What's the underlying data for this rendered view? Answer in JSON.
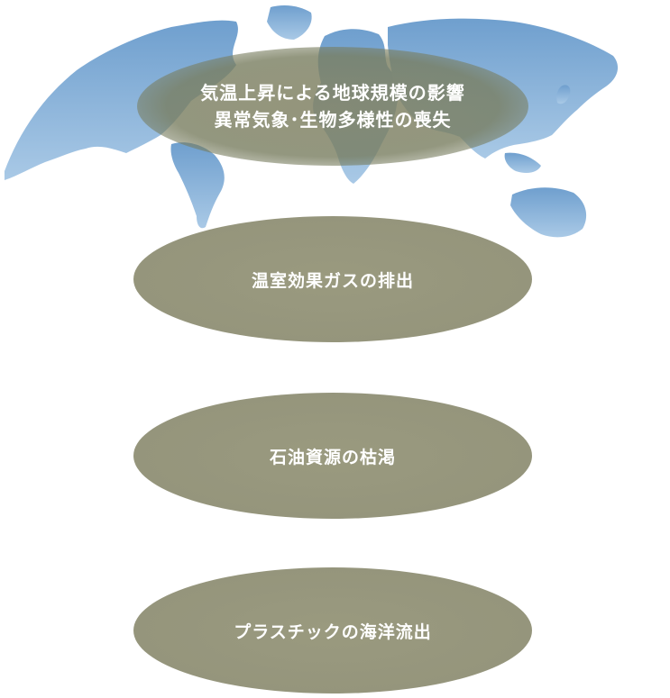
{
  "colors": {
    "ellipse_fill": "#95957c",
    "ocean_land": "#8eb6dc",
    "text": "#ffffff"
  },
  "top_impact": {
    "line1": "気温上昇による地球規模の影響",
    "line2": "異常気象･生物多様性の喪失"
  },
  "causes": [
    {
      "label": "温室効果ガスの排出"
    },
    {
      "label": "石油資源の枯渇"
    },
    {
      "label": "プラスチックの海洋流出"
    }
  ]
}
